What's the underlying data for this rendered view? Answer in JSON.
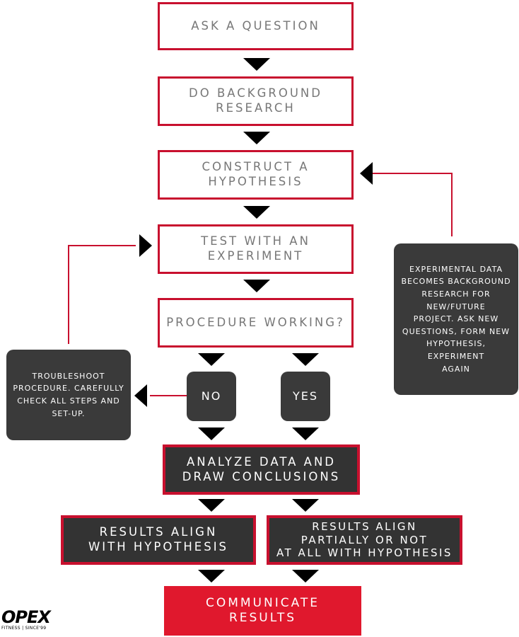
{
  "steps": {
    "ask": "ASK A QUESTION",
    "research": "DO BACKGROUND\nRESEARCH",
    "hypothesis": "CONSTRUCT A\nHYPOTHESIS",
    "test": "TEST WITH AN\nEXPERIMENT",
    "procedure": "PROCEDURE WORKING?",
    "no": "NO",
    "yes": "YES",
    "troubleshoot": "TROUBLESHOOT\nPROCEDURE. CAREFULLY\nCHECK ALL STEPS AND\nSET-UP.",
    "feedback": "EXPERIMENTAL DATA\nBECOMES BACKGROUND\nRESEARCH FOR\nNEW/FUTURE\nPROJECT. ASK NEW\nQUESTIONS, FORM NEW\nHYPOTHESIS,\nEXPERIMENT\nAGAIN",
    "analyze": "ANALYZE DATA AND\nDRAW CONCLUSIONS",
    "align": "RESULTS ALIGN\nWITH HYPOTHESIS",
    "partial": "RESULTS ALIGN\nPARTIALLY OR NOT\nAT ALL WITH HYPOTHESIS",
    "communicate": "COMMUNICATE\nRESULTS"
  },
  "logo": {
    "mark": "OPEX",
    "sub": "FITNESS | SINCE'99"
  },
  "colors": {
    "accent_red": "#c8102e",
    "bright_red": "#e0182d",
    "dark_box": "#3a3a3a",
    "outline_text": "#777777"
  }
}
